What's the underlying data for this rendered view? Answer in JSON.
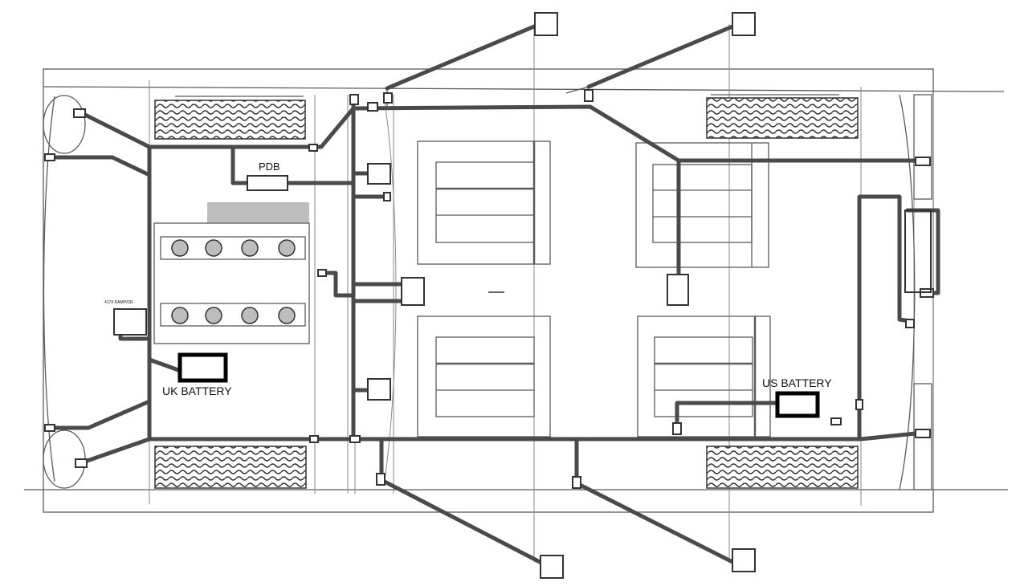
{
  "labels": {
    "pdb": "PDB",
    "uk_battery": "UK BATTERY",
    "us_battery": "US BATTERY",
    "small_label": "4179 RAMP/DR"
  },
  "colors": {
    "wire": "#4a4a4a",
    "outline": "#5a5a5a",
    "cover": "#bdbdbd"
  }
}
